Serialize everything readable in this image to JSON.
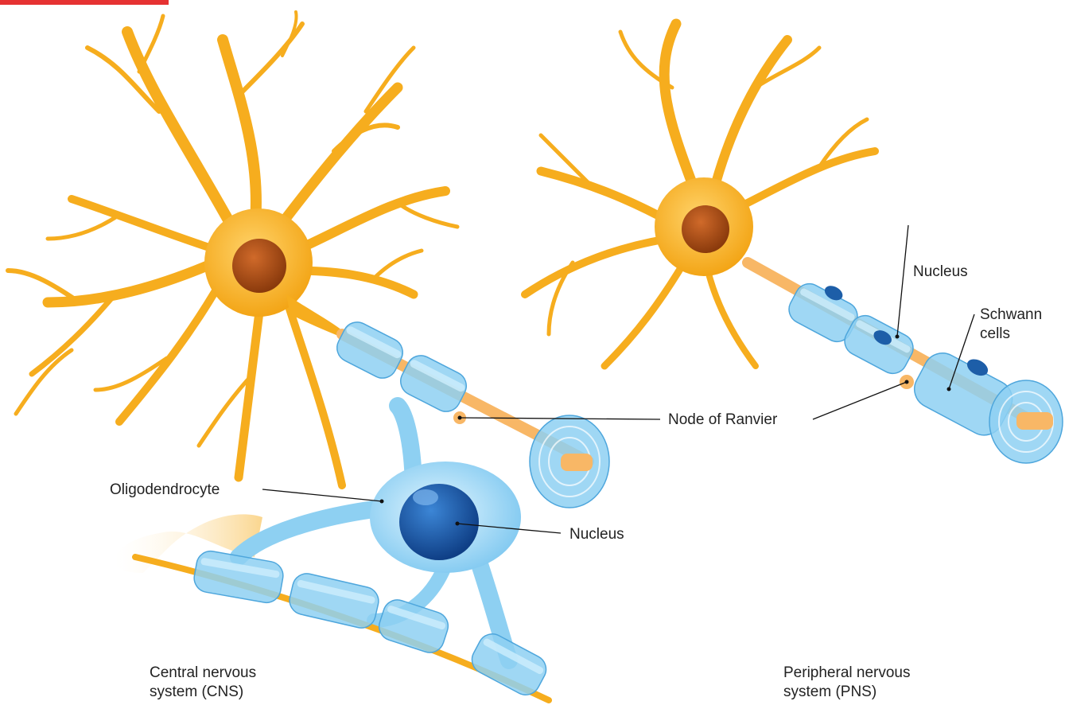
{
  "colors": {
    "neuron": "#f6ad1e",
    "neuron_dark": "#e8960c",
    "nucleus": "#a94a12",
    "myelin": "#8ed0f2",
    "myelin_light": "#cdeefc",
    "myelin_dark": "#4ea6dc",
    "axon": "#f8b766",
    "cell_nucleus": "#1d5ea8",
    "accent_bar": "#e63232",
    "leader_line": "#111111"
  },
  "cns": {
    "caption_line1": "Central nervous",
    "caption_line2": "system (CNS)",
    "oligodendrocyte_label": "Oligodendrocyte",
    "nucleus_label": "Nucleus"
  },
  "shared": {
    "node_label": "Node of Ranvier"
  },
  "pns": {
    "caption_line1": "Peripheral nervous",
    "caption_line2": "system (PNS)",
    "nucleus_label": "Nucleus",
    "schwann_line1": "Schwann",
    "schwann_line2": "cells"
  }
}
